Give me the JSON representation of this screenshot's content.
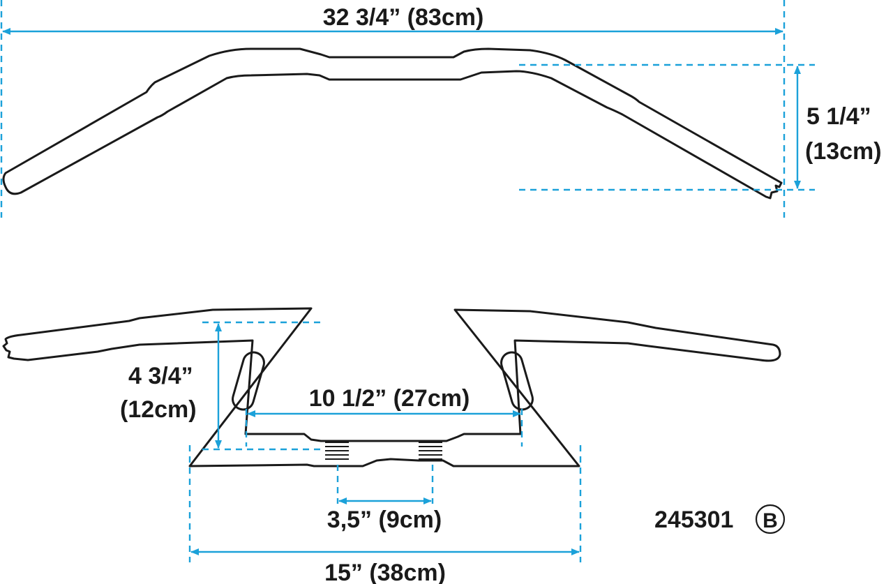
{
  "dimensions": {
    "overall_width": "32 3/4” (83cm)",
    "rise_in": "5 1/4”",
    "rise_cm": "(13cm)",
    "riser_height_in": "4 3/4”",
    "riser_height_cm": "(12cm)",
    "riser_spacing": "10 1/2” (27cm)",
    "clamp_width": "3,5” (9cm)",
    "base_width": "15” (38cm)"
  },
  "part": {
    "number": "245301",
    "variant": "B"
  },
  "colors": {
    "dimension_lines": "#1ba1d9",
    "outline": "#1a1a1a",
    "text": "#1a1a1a"
  }
}
